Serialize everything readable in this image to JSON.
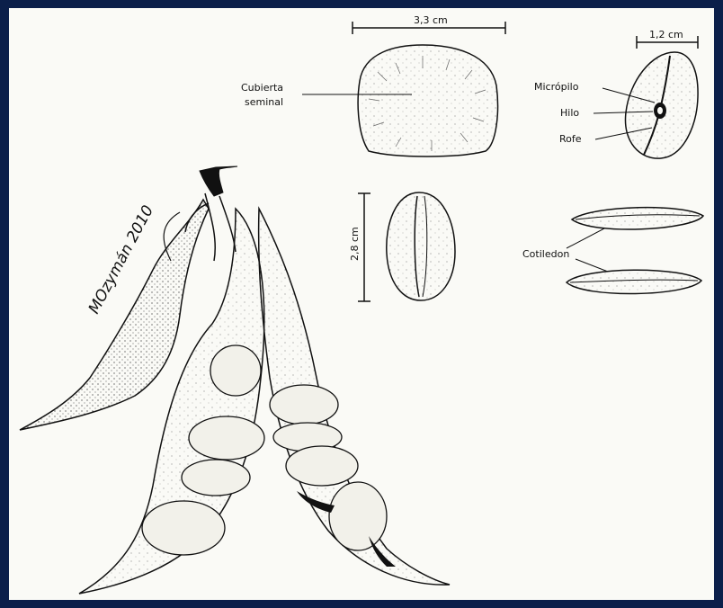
{
  "labels": {
    "width_dim": "3,3 cm",
    "height_dim": "2,8 cm",
    "side_dim": "1,2 cm",
    "testa_line1": "Cubierta",
    "testa_line2": "seminal",
    "micropyle": "Micrópilo",
    "hilum": "Hilo",
    "raphe": "Rofe",
    "cotyledon": "Cotiledon"
  },
  "signature": "MOzymán 2010",
  "colors": {
    "border": "#0b1f4a",
    "paper": "#fafaf6",
    "ink": "#111111",
    "pod_fill": "#f2f1ea"
  }
}
